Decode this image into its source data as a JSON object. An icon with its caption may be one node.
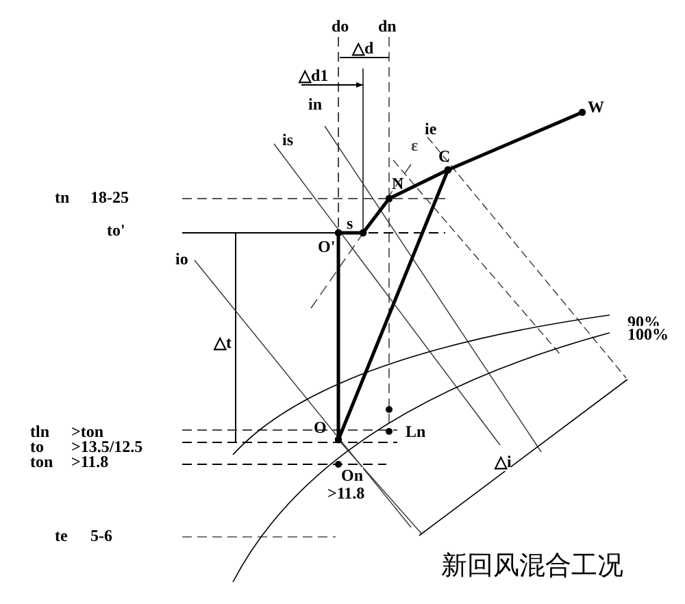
{
  "diagram": {
    "caption": "新回风混合工况",
    "nodes": [
      {
        "text": [
          "W"
        ]
      },
      {
        "text": [
          "C"
        ]
      },
      {
        "text": [
          "N"
        ]
      },
      {
        "text": [
          "s"
        ]
      },
      {
        "text": [
          "O'"
        ]
      },
      {
        "text": [
          "O"
        ]
      }
    ],
    "edges": [
      {
        "from": 0,
        "to": 1,
        "arrow": "other"
      },
      {
        "from": 1,
        "to": 2,
        "arrow": "other"
      },
      {
        "from": 2,
        "to": 3,
        "arrow": "other"
      },
      {
        "from": 3,
        "to": 4,
        "arrow": "other"
      },
      {
        "from": 4,
        "to": 5,
        "arrow": "other"
      },
      {
        "from": 1,
        "to": 5,
        "arrow": "other"
      }
    ],
    "labels": [
      "do",
      "dn",
      "△d",
      "△d1",
      "in",
      "is",
      "ie",
      "ε",
      "tn",
      "18-25",
      "to'",
      "io",
      "△t",
      "tln",
      ">ton",
      "to",
      ">13.5/12.5",
      "ton",
      ">11.8",
      "Ln",
      "On",
      ">11.8",
      "te",
      "5-6",
      "90%",
      "100%",
      "△i"
    ]
  }
}
